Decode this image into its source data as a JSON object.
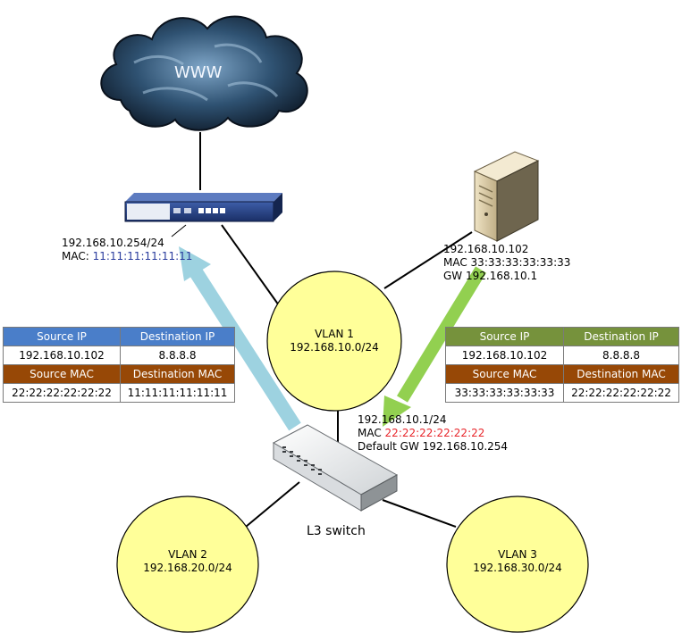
{
  "internet": {
    "label": "WWW"
  },
  "firewall": {
    "ip": "192.168.10.254/24",
    "mac_prefix": "MAC: ",
    "mac": "11:11:11:11:11:11"
  },
  "server": {
    "ip": "192.168.10.102",
    "mac": "MAC 33:33:33:33:33:33",
    "gw": "GW 192.168.10.1"
  },
  "switch": {
    "label": "L3 switch",
    "ip": "192.168.10.1/24",
    "mac_prefix": "MAC ",
    "mac": "22:22:22:22:22:22",
    "default_gw": "Default GW 192.168.10.254"
  },
  "vlans": [
    {
      "name": "VLAN 1",
      "subnet": "192.168.10.0/24"
    },
    {
      "name": "VLAN 2",
      "subnet": "192.168.20.0/24"
    },
    {
      "name": "VLAN 3",
      "subnet": "192.168.30.0/24"
    }
  ],
  "table_left": {
    "h_src_ip": "Source IP",
    "h_dst_ip": "Destination IP",
    "src_ip": "192.168.10.102",
    "dst_ip": "8.8.8.8",
    "h_src_mac": "Source MAC",
    "h_dst_mac": "Destination MAC",
    "src_mac": "22:22:22:22:22:22",
    "dst_mac": "11:11:11:11:11:11"
  },
  "table_right": {
    "h_src_ip": "Source IP",
    "h_dst_ip": "Destination IP",
    "src_ip": "192.168.10.102",
    "dst_ip": "8.8.8.8",
    "h_src_mac": "Source MAC",
    "h_dst_mac": "Destination MAC",
    "src_mac": "33:33:33:33:33:33",
    "dst_mac": "22:22:22:22:22:22"
  },
  "colors": {
    "vlan_fill": "#ffff99",
    "ip_header_left": "#4a7ec9",
    "ip_header_right": "#76923c",
    "mac_header": "#974806",
    "arrow_blue": "#9dd2e0",
    "arrow_green": "#92d050",
    "mac_red": "#e8262b",
    "mac_blue": "#2a3c9e"
  }
}
